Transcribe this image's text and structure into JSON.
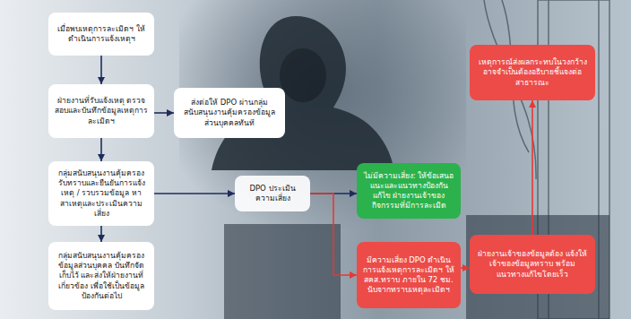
{
  "diagram": {
    "nodes": [
      {
        "text": [
          "เมื่อพบเหตุการละเมิดฯ ให้ดำเนินการแจ้งเหตุฯ"
        ]
      },
      {
        "text": [
          "ฝ่ายงานที่รับแจ้งเหตุ ตรวจสอบและบันทึกข้อมูลเหตุการละเมิดฯ"
        ]
      },
      {
        "text": [
          "ส่งต่อให้ DPO ผ่านกลุ่มสนับสนุนงานคุ้มครองข้อมูลส่วนบุคคลทันที"
        ]
      },
      {
        "text": [
          "กลุ่มสนับสนุนงานคุ้มครอง รับทราบและยืนยันการแจ้งเหตุ / รวบรวมข้อมูล หาสาเหตุและประเมินความเสี่ยง"
        ]
      },
      {
        "text": [
          "กลุ่มสนับสนุนงานคุ้มครองข้อมูลส่วนบุคคล บันทึกจัดเก็บไว้ และส่งให้ฝ่ายงานที่เกี่ยวข้อง เพื่อใช้เป็นข้อมูลป้องกันต่อไป"
        ]
      },
      {
        "text": [
          "DPO ประเมินความเสี่ยง"
        ]
      },
      {
        "text": [
          "ไม่มีความเสี่ยง: ให้ข้อเสนอแนะและแนวทางป้องกันแก้ไข ฝ่ายงานเจ้าของกิจกรรมที่มีการละเมิด"
        ]
      },
      {
        "text": [
          "มีความเสี่ยง DPO ดำเนินการแจ้งเหตุการละเมิดฯ ให้ สคส.ทราบ ภายใน 72 ชม. นับจากทราบเหตุละเมิดฯ"
        ]
      },
      {
        "text": [
          "เหตุการณ์ส่งผลกระทบในวงกว้าง อาจจำเป็นต้องอธิบายชี้แจงต่อสาธารณะ"
        ]
      },
      {
        "text": [
          "ฝ่ายงานเจ้าของข้อมูลต้อง แจ้งให้เจ้าของข้อมูลทราบ พร้อมแนวทางแก้ไขโดยเร็ว"
        ]
      }
    ],
    "edges": [
      {
        "from": 0,
        "to": 1,
        "arrow": "to"
      },
      {
        "from": 1,
        "to": 2,
        "arrow": "to"
      },
      {
        "from": 1,
        "to": 3,
        "arrow": "to"
      },
      {
        "from": 3,
        "to": 4,
        "arrow": "to"
      },
      {
        "from": 3,
        "to": 5,
        "arrow": "to"
      },
      {
        "from": 5,
        "to": 6,
        "arrow": "to"
      },
      {
        "from": 5,
        "to": 7,
        "arrow": "to"
      },
      {
        "from": 7,
        "to": 9,
        "arrow": "to"
      },
      {
        "from": 9,
        "to": 8,
        "arrow": "to"
      }
    ]
  }
}
